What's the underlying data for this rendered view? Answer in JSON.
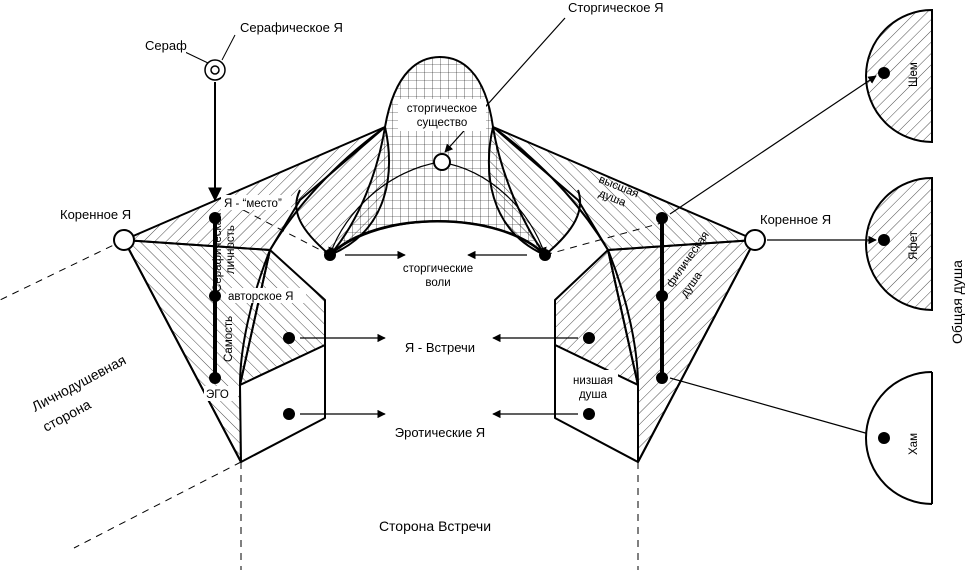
{
  "labels": {
    "seraph": "Сераф",
    "seraphic_self": "Серафическое Я",
    "storgic_self": "Сторгическое Я",
    "storgic_being_1": "сторгическое",
    "storgic_being_2": "существо",
    "self_place": "Я - “место”",
    "seraphic_personality_1": "Серафическая",
    "seraphic_personality_2": "личность",
    "author_self": "авторское Я",
    "selfhood": "Самость",
    "ego": "ЭГО",
    "root_self_left": "Коренное Я",
    "root_self_right": "Коренное Я",
    "storgic_wills_1": "сторгические",
    "storgic_wills_2": "воли",
    "meeting_self": "Я - Встречи",
    "erotic_selves": "Эротические Я",
    "higher_soul_1": "высшая",
    "higher_soul_2": "душа",
    "philic_soul_1": "филическая",
    "philic_soul_2": "душа",
    "lower_soul_1": "низшая",
    "lower_soul_2": "душа",
    "personal_side_1": "Личнодушевная",
    "personal_side_2": "сторона",
    "meeting_side": "Сторона Встречи",
    "common_soul": "Общая душа",
    "shem": "Шем",
    "yafet": "Яфет",
    "ham": "Хам"
  }
}
